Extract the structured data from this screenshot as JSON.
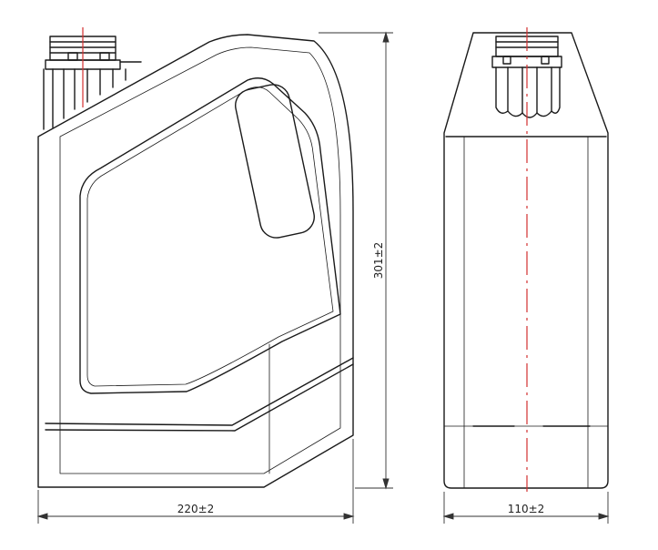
{
  "dimensions": {
    "width": "220±2",
    "height": "301±2",
    "depth": "110±2"
  },
  "colors": {
    "outline": "#1a1a1a",
    "centerline": "#d32f2f",
    "dimension": "#333333",
    "background": "#ffffff"
  }
}
